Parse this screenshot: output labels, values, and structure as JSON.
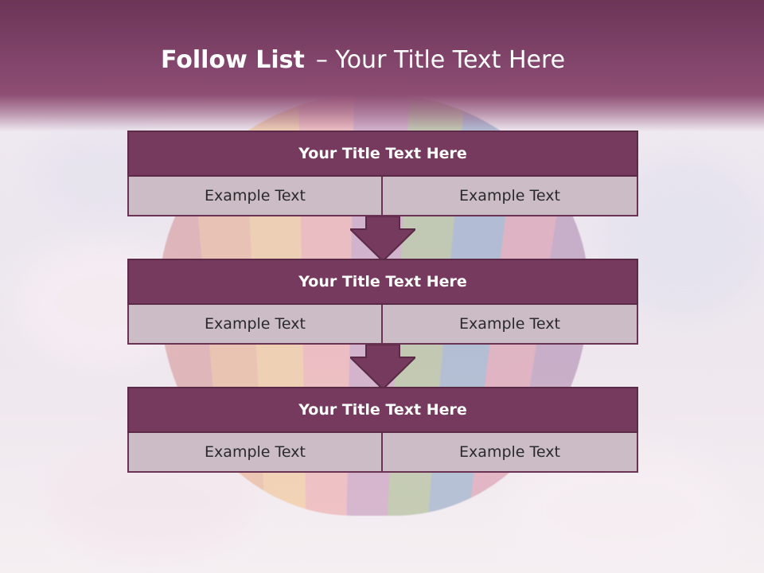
{
  "header": {
    "title_bold": "Follow List",
    "title_rest": "– Your Title Text Here"
  },
  "steps": [
    {
      "title": "Your Title Text Here",
      "left": "Example Text",
      "right": "Example Text"
    },
    {
      "title": "Your Title Text Here",
      "left": "Example Text",
      "right": "Example Text"
    },
    {
      "title": "Your Title Text Here",
      "left": "Example Text",
      "right": "Example Text"
    }
  ],
  "colors": {
    "header": "#81446a",
    "block_title": "#763a5e",
    "block_cell": "#cbbcc5",
    "arrow": "#763a5e"
  },
  "background": "hot-air-balloon-sky-photo"
}
